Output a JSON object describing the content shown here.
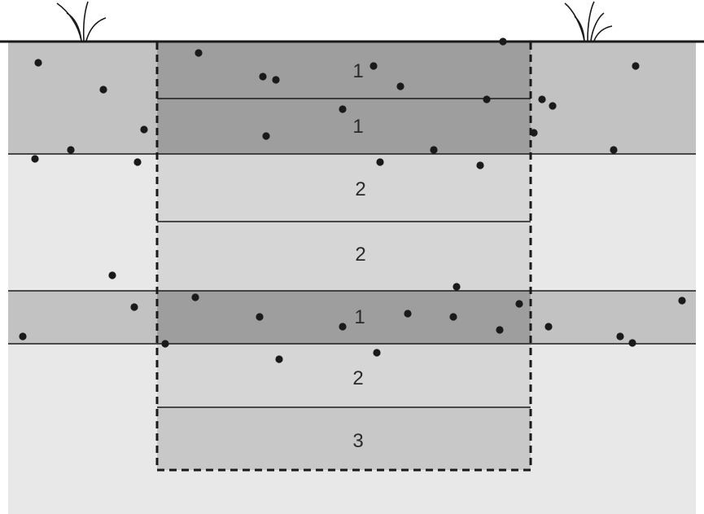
{
  "diagram": {
    "layer_labels": [
      "1",
      "1",
      "2",
      "2",
      "1",
      "2",
      "3"
    ],
    "colors": {
      "background": "#ffffff",
      "light_soil": "#e8e8e8",
      "medium_soil": "#c2c2c2",
      "dark_fill": "#9e9e9e",
      "fill_layer_2": "#d6d6d6",
      "fill_layer_3": "#c8c8c8",
      "line": "#1a1a1a",
      "dot": "#1a1a1a"
    },
    "icons": [
      "grass-tuft-icon",
      "grass-tuft-icon"
    ]
  }
}
